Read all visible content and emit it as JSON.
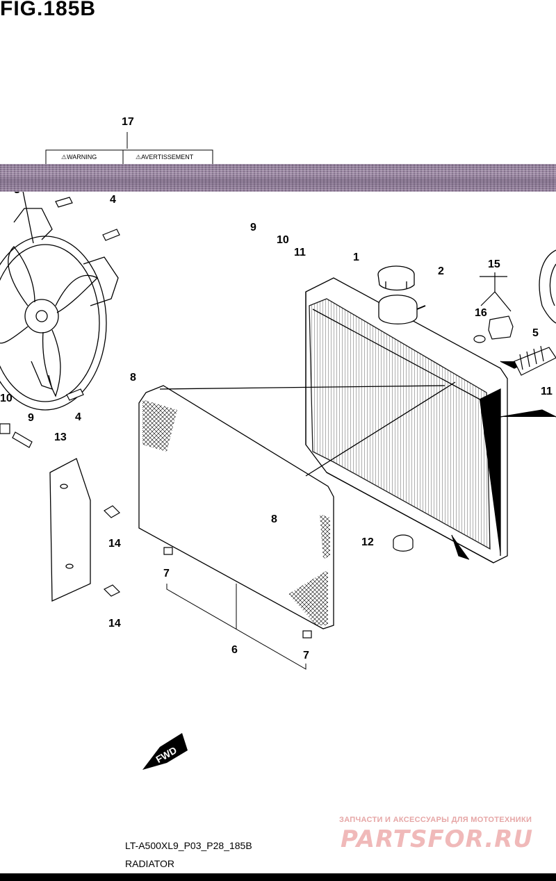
{
  "figure_title": "FIG.185B",
  "model_code": "LT-A500XL9_P03_P28_185B",
  "section_name": "RADIATOR",
  "label_17_texts": {
    "warning": "⚠WARNING",
    "avertissement": "⚠AVERTISSEMENT"
  },
  "fwd_label": "FWD",
  "watermark": {
    "line1": "ЗАПЧАСТИ И АКСЕССУАРЫ ДЛЯ МОТОТЕХНИКИ",
    "line2": "PARTSFOR.RU"
  },
  "callouts": [
    {
      "label": "17"
    },
    {
      "label": "3"
    },
    {
      "label": "4"
    },
    {
      "label": "9"
    },
    {
      "label": "10"
    },
    {
      "label": "11"
    },
    {
      "label": "1"
    },
    {
      "label": "2"
    },
    {
      "label": "15"
    },
    {
      "label": "16"
    },
    {
      "label": "5"
    },
    {
      "label": "8"
    },
    {
      "label": "10"
    },
    {
      "label": "9"
    },
    {
      "label": "4"
    },
    {
      "label": "11"
    },
    {
      "label": "13"
    },
    {
      "label": "8"
    },
    {
      "label": "14"
    },
    {
      "label": "12"
    },
    {
      "label": "7"
    },
    {
      "label": "14"
    },
    {
      "label": "6"
    },
    {
      "label": "7"
    }
  ],
  "colors": {
    "line": "#000000",
    "noise": "#8d7c95",
    "watermark": "#f0b9b9"
  }
}
